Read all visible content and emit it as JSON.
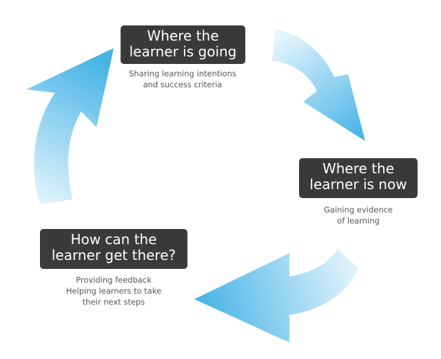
{
  "colors": {
    "box": "#3a3a3a",
    "arrow_light": "#e6f5fc",
    "arrow_dark": "#45b3e6"
  },
  "stages": [
    {
      "title": [
        "Where the",
        "learner is going"
      ],
      "description": [
        "Sharing learning intentions",
        "and success criteria"
      ]
    },
    {
      "title": [
        "Where the",
        "learner is now"
      ],
      "description": [
        "Gaining evidence",
        "of learning"
      ]
    },
    {
      "title": [
        "How can the",
        "learner get there?"
      ],
      "description": [
        "Providing feedback",
        "Helping learners to take",
        "their next steps"
      ]
    }
  ]
}
